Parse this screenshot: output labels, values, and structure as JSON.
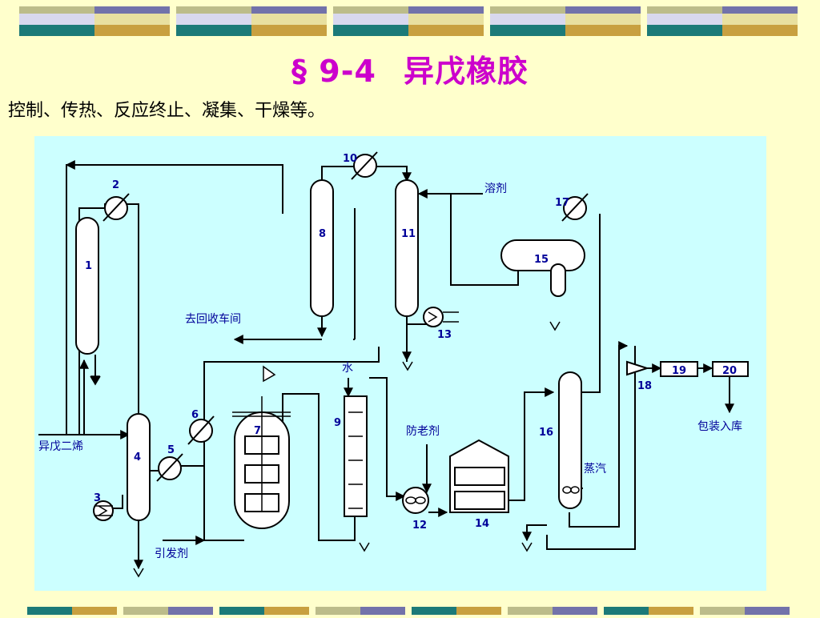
{
  "title": {
    "section": "§ 9-4",
    "name": "异戊橡胶"
  },
  "subtitle": "控制、传热、反应终止、凝集、干燥等。",
  "colors": {
    "background": "#ffffcc",
    "panel": "#ccffff",
    "title": "#cc00cc",
    "label": "#000099",
    "stroke": "#000000"
  },
  "equipment": {
    "u1": "1",
    "u2": "2",
    "u3": "3",
    "u4": "4",
    "u5": "5",
    "u6": "6",
    "u7": "7",
    "u8": "8",
    "u9": "9",
    "u10": "10",
    "u11": "11",
    "u12": "12",
    "u13": "13",
    "u14": "14",
    "u15": "15",
    "u16": "16",
    "u17": "17",
    "u18": "18",
    "u19": "19",
    "u20": "20"
  },
  "streams": {
    "feed": "异戊二烯",
    "initiator": "引发剂",
    "recovery": "去回收车间",
    "solvent": "溶剂",
    "water": "水",
    "antioxidant": "防老剂",
    "steam": "蒸汽",
    "packaging": "包装入库"
  }
}
